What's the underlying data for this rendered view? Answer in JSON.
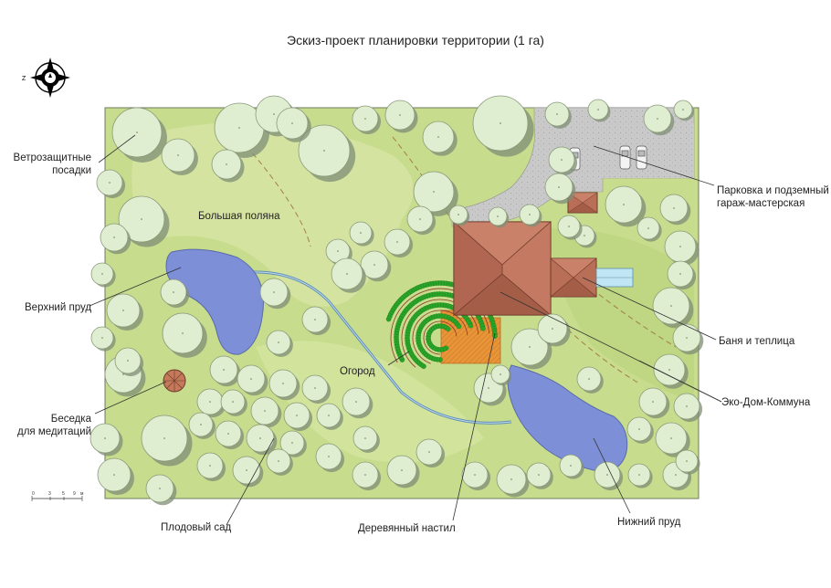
{
  "title": "Эскиз-проект планировки территории (1 га)",
  "compass_letter": "Z",
  "scale_ticks": [
    "0",
    "3",
    "5",
    "9",
    "м"
  ],
  "labels": {
    "windbreak_line1": "Ветрозащитные",
    "windbreak_line2": "посадки",
    "big_meadow": "Большая поляна",
    "upper_pond": "Верхний пруд",
    "gazebo_line1": "Беседка",
    "gazebo_line2": "для медитаций",
    "orchard": "Плодовый сад",
    "vegetable_garden": "Огород",
    "wooden_deck": "Деревянный настил",
    "lower_pond": "Нижний пруд",
    "parking_line1": "Парковка и подземный",
    "parking_line2": "гараж-мастерская",
    "bath_greenhouse": "Баня и теплица",
    "eco_house": "Эко-Дом-Коммуна"
  },
  "colors": {
    "lawn": "#c9dd94",
    "lawn_light": "#d7e6a6",
    "tree_fill": "#dfeed0",
    "tree_stroke": "#8a9a7a",
    "tree_shadow": "#7f8e75",
    "pond": "#7d8fd6",
    "roof": "#b86e57",
    "deck": "#e3923a",
    "gravel": "#c8c8c8",
    "garden_dot": "#2aa52a"
  }
}
